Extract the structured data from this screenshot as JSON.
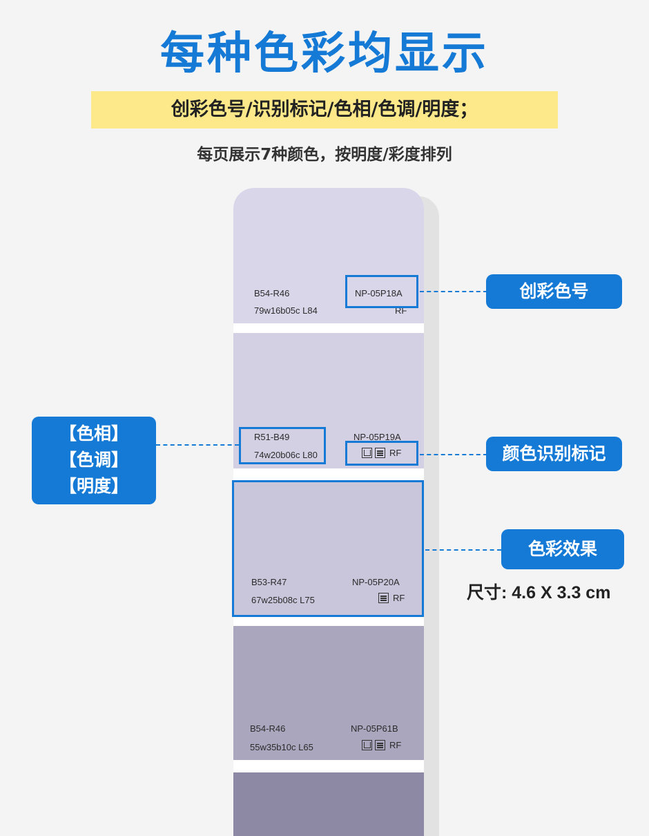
{
  "title": "每种色彩均显示",
  "subtitle": "创彩色号/识别标记/色相/色调/明度；",
  "description": "每页展示7种颜色，按明度/彩度排列",
  "colors": {
    "accent": "#1579d6",
    "highlight_bar": "#fde98a"
  },
  "chips": [
    {
      "hue": "B54-R46",
      "code": "NP-05P18A",
      "values": "79w16b05c L84",
      "mark": "RF",
      "color": "#d9d6ea"
    },
    {
      "hue": "R51-B49",
      "code": "NP-05P19A",
      "values": "74w20b06c L80",
      "mark": "RF",
      "color": "#d3d0e3"
    },
    {
      "hue": "B53-R47",
      "code": "NP-05P20A",
      "values": "67w25b08c L75",
      "mark": "RF",
      "color": "#c9c6db"
    },
    {
      "hue": "B54-R46",
      "code": "NP-05P61B",
      "values": "55w35b10c L65",
      "mark": "RF",
      "color": "#a9a6bd"
    },
    {
      "color": "#8d89a4"
    }
  ],
  "callouts": {
    "code": "创彩色号",
    "hue_lines": [
      "【色相】",
      "【色调】",
      "【明度】"
    ],
    "mark": "颜色识别标记",
    "effect": "色彩效果",
    "size": "尺寸: 4.6 X 3.3 cm"
  }
}
